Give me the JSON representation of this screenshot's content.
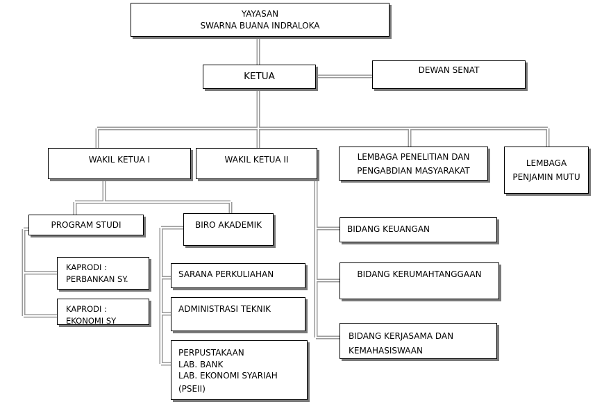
{
  "yayasan": {
    "line1": "YAYASAN",
    "line2": "SWARNA BUANA INDRALOKA"
  },
  "ketua": "KETUA",
  "dewan_senat": "DEWAN SENAT",
  "wakil_ketua_1": "WAKIL KETUA I",
  "wakil_ketua_2": "WAKIL KETUA II",
  "lembaga_penelitian": {
    "line1": "LEMBAGA PENELITIAN DAN",
    "line2": "PENGABDIAN MASYARAKAT"
  },
  "lembaga_penjamin": {
    "line1": "LEMBAGA",
    "line2": "PENJAMIN MUTU"
  },
  "program_studi": "PROGRAM STUDI",
  "biro_akademik": "BIRO AKADEMIK",
  "kaprodi_perbankan": {
    "line1": "KAPRODI :",
    "line2": "PERBANKAN SY."
  },
  "kaprodi_ekonomi": {
    "line1": "KAPRODI :",
    "line2": "EKONOMI SY"
  },
  "sarana_perkuliahan": "SARANA PERKULIAHAN",
  "administrasi_teknik": "ADMINISTRASI TEKNIK",
  "perpustakaan": {
    "line1": "PERPUSTAKAAN",
    "line2": "LAB. BANK",
    "line3": "LAB. EKONOMI SYARIAH",
    "line4": "(PSEII)"
  },
  "bidang_keuangan": "BIDANG KEUANGAN",
  "bidang_kerumahtanggaan": "BIDANG KERUMAHTANGGAAN",
  "bidang_kerjasama": {
    "line1": "BIDANG KERJASAMA DAN",
    "line2": "KEMAHASISWAAN"
  }
}
